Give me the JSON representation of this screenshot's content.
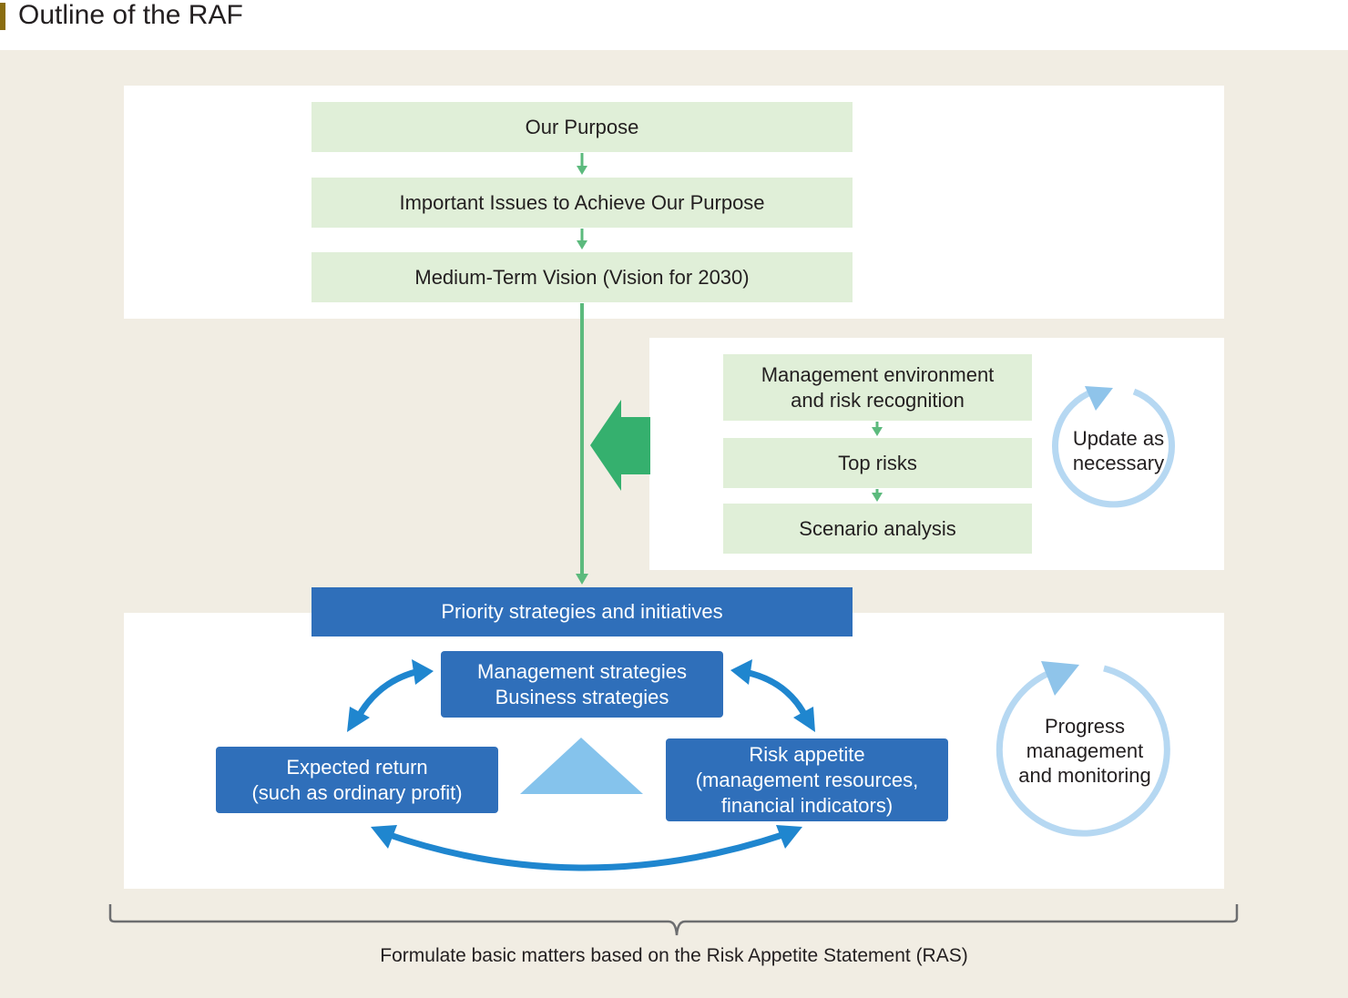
{
  "title": "Outline of the RAF",
  "top_flow": {
    "purpose": "Our Purpose",
    "issues": "Important Issues to Achieve Our Purpose",
    "vision": "Medium-Term Vision (Vision for 2030)"
  },
  "risk_flow": {
    "environment": "Management environment\nand risk recognition",
    "top_risks": "Top risks",
    "scenario": "Scenario analysis",
    "update_label": "Update as\nnecessary"
  },
  "strategy": {
    "priority": "Priority strategies and initiatives",
    "management": "Management strategies\nBusiness strategies",
    "expected_return": "Expected return\n(such as ordinary profit)",
    "risk_appetite": "Risk appetite\n(management resources,\nfinancial indicators)",
    "progress_label": "Progress\nmanagement\nand monitoring"
  },
  "footer": "Formulate basic matters based on the Risk Appetite Statement (RAS)",
  "colors": {
    "light_green": "#e0efd8",
    "green_arrow": "#5cba7d",
    "big_green_arrow": "#35b06e",
    "blue_box": "#2f6fba",
    "blue_arrow": "#1f86cf",
    "light_blue": "#8fc4ea",
    "cycle_blue": "#b6d8f2",
    "background": "#f1ede3",
    "title_accent": "#8a6d10"
  }
}
